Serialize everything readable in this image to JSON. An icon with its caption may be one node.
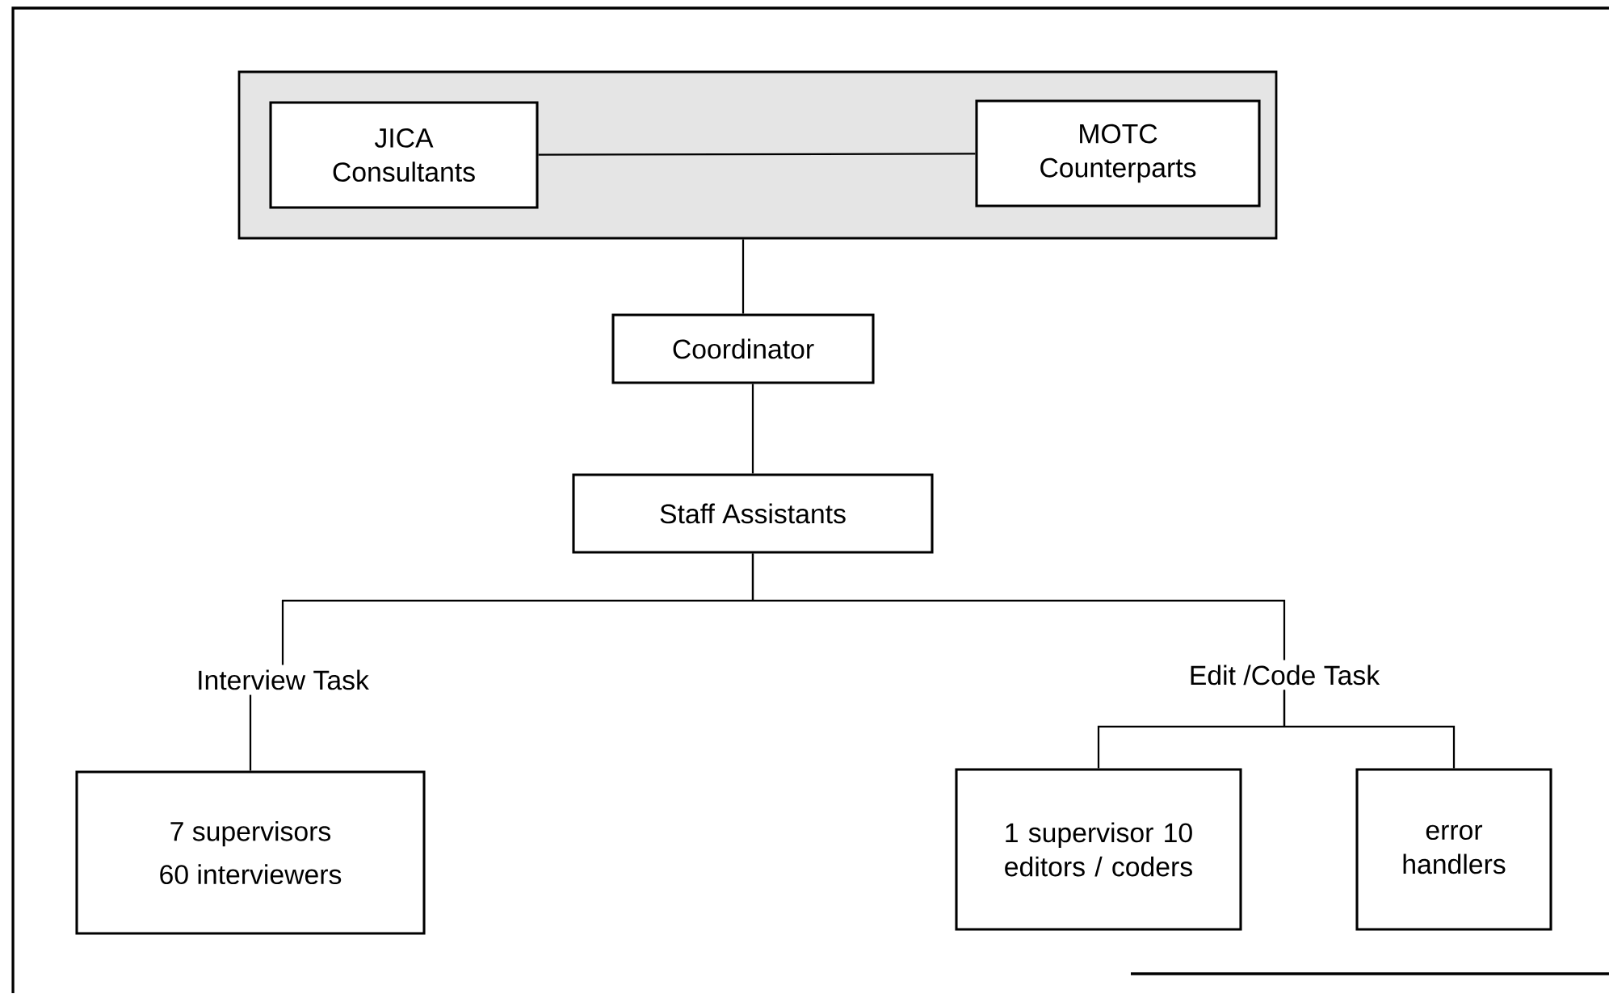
{
  "diagram": {
    "nodes": [
      {
        "text": [],
        "shape": "box"
      },
      {
        "text": [
          "JICA Consultants"
        ],
        "in": 0
      },
      {
        "text": [
          "MOTC Counterparts"
        ],
        "in": 0
      },
      {
        "text": [
          "Coordinator"
        ]
      },
      {
        "text": [
          "Staff Assistants"
        ]
      },
      {
        "text": [
          "Interview Task"
        ]
      },
      {
        "text": [
          "Edit /Code Task"
        ]
      },
      {
        "text": [
          "7 supervisors",
          "60 interviewers"
        ]
      },
      {
        "text": [
          "1 supervisor 10 editors / coders"
        ]
      },
      {
        "text": [
          "error handlers"
        ]
      }
    ],
    "edges": [
      {
        "from": 1,
        "to": 2,
        "arrow": "none"
      },
      {
        "from": 0,
        "to": 3,
        "arrow": "none"
      },
      {
        "from": 3,
        "to": 4,
        "arrow": "none"
      },
      {
        "from": 4,
        "to": 5,
        "arrow": "none"
      },
      {
        "from": 4,
        "to": 6,
        "arrow": "none"
      },
      {
        "from": 5,
        "to": 7,
        "arrow": "none"
      },
      {
        "from": 6,
        "to": 8,
        "arrow": "none"
      },
      {
        "from": 6,
        "to": 9,
        "arrow": "none"
      }
    ]
  }
}
